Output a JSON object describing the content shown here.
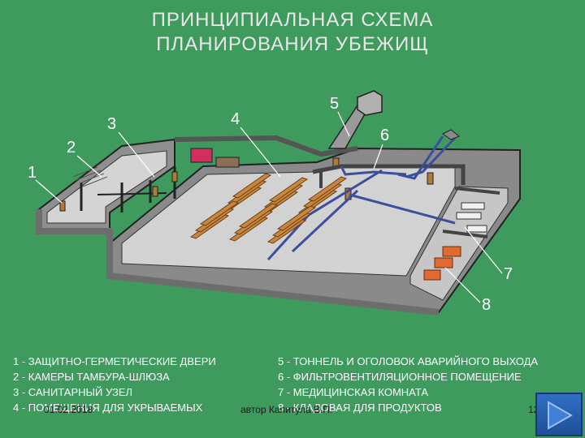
{
  "title": {
    "line1": "ПРИНЦИПИАЛЬНАЯ СХЕМА",
    "line2": "ПЛАНИРОВАНИЯ УБЕЖИЩ"
  },
  "callouts": [
    "1",
    "2",
    "3",
    "4",
    "5",
    "6",
    "7",
    "8"
  ],
  "legend": {
    "left": [
      "1 - ЗАЩИТНО-ГЕРМЕТИЧЕСКИЕ ДВЕРИ",
      "2 - КАМЕРЫ ТАМБУРА-ШЛЮЗА",
      "3 - САНИТАРНЫЙ УЗЕЛ",
      "4 - ПОМЕЩЕНИЯ ДЛЯ УКРЫВАЕМЫХ"
    ],
    "right": [
      "5 - ТОННЕЛЬ И ОГОЛОВОК АВАРИЙНОГО ВЫХОДА",
      "6 - ФИЛЬТРОВЕНТИЛЯЦИОННОЕ ПОМЕЩЕНИЕ",
      "7 - МЕДИЦИНСКАЯ КОМНАТА",
      "8 - КЛАДОВАЯ ДЛЯ ПРОДУКТОВ"
    ]
  },
  "footer": {
    "date": "01.02.2018",
    "author": "автор Капитула В.П.",
    "page": "12"
  },
  "colors": {
    "background": "#3f9a5e",
    "wall": "#8a8a8a",
    "floor": "#cfcfcf",
    "bench": "#c8863e",
    "vent_pipe": "#3b4f9c",
    "filter_unit": "#d03060",
    "nav_button": "#2a63b8"
  },
  "nav": {
    "icon": "next-slide-arrow-icon"
  }
}
